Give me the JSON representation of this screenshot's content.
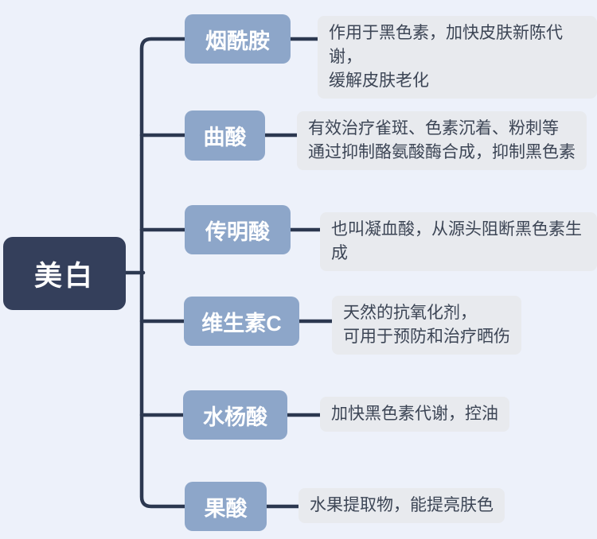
{
  "root": {
    "label": "美白"
  },
  "branches": [
    {
      "label": "烟酰胺",
      "desc": "作用于黑色素，加快皮肤新陈代谢，\n缓解皮肤老化"
    },
    {
      "label": "曲酸",
      "desc": "有效治疗雀斑、色素沉着、粉刺等\n通过抑制酪氨酸酶合成，抑制黑色素"
    },
    {
      "label": "传明酸",
      "desc": "也叫凝血酸，从源头阻断黑色素生成"
    },
    {
      "label": "维生素C",
      "desc": "天然的抗氧化剂，\n可用于预防和治疗晒伤"
    },
    {
      "label": "水杨酸",
      "desc": "加快黑色素代谢，控油"
    },
    {
      "label": "果酸",
      "desc": "水果提取物，能提亮肤色"
    }
  ],
  "colors": {
    "background": "#edf1fa",
    "root_bg": "#343f5b",
    "branch_bg": "#8da6c9",
    "desc_bg": "#e8eaee",
    "connector": "#2c3850",
    "root_text": "#ffffff",
    "branch_text": "#ffffff",
    "desc_text": "#3c4555"
  }
}
